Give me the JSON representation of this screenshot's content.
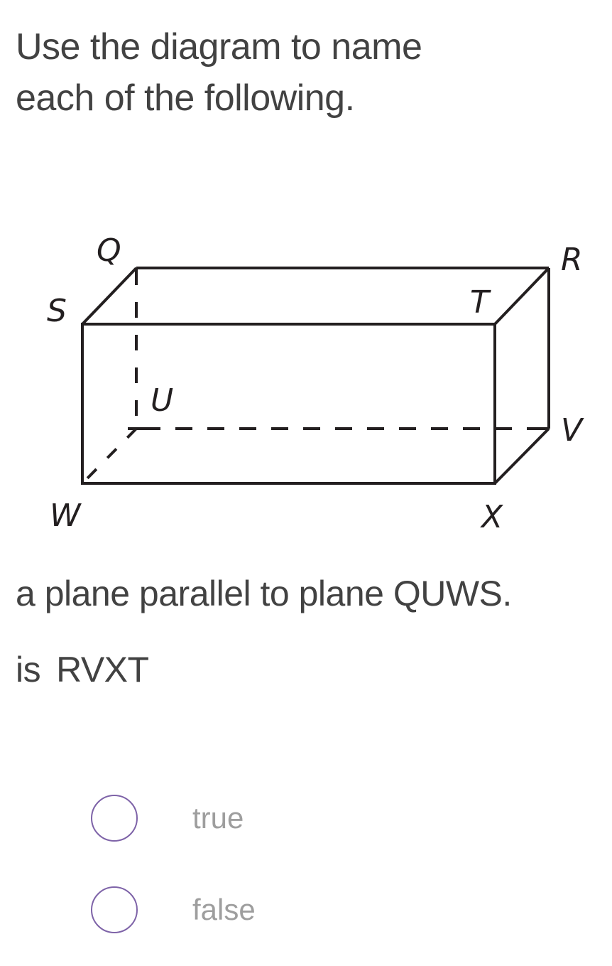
{
  "prompt": {
    "line1": "Use the diagram to name",
    "line2": "each of the following."
  },
  "diagram": {
    "vertices": {
      "Q": "Q",
      "R": "R",
      "S": "S",
      "T": "T",
      "U": "U",
      "V": "V",
      "W": "W",
      "X": "X"
    },
    "stroke_color": "#231f20"
  },
  "question": {
    "text": "a plane parallel to plane QUWS.",
    "answer_prefix": "is",
    "answer_value": "RVXT"
  },
  "options": [
    {
      "label": "true",
      "selected": false
    },
    {
      "label": "false",
      "selected": false
    }
  ],
  "colors": {
    "text": "#424242",
    "option_text": "#9e9e9e",
    "radio_border": "#7e63a8"
  }
}
